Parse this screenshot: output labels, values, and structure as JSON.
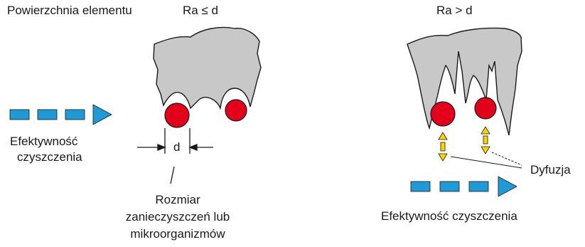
{
  "left_panel": {
    "surface_label": "Powierzchnia elementu",
    "condition": "Ra ≤ d",
    "efficiency_line1": "Efektywność",
    "efficiency_line2": "czyszczenia",
    "d_label": "d",
    "size_line1": "Rozmiar",
    "size_line2": "zanieczyszczeń lub",
    "size_line3": "mikroorganizmów"
  },
  "right_panel": {
    "condition": "Ra > d",
    "diffusion_label": "Dyfuzja",
    "efficiency_label": "Efektywność czyszczenia"
  },
  "colors": {
    "surface_fill": "#c8c8c8",
    "particle": "#e3001b",
    "flow_arrow": "#1e9ad6",
    "diffusion_arrow": "#ffd200",
    "ink": "#1a1a1a"
  },
  "icons": {
    "flow_arrow": "dashed-right-arrow",
    "diffusion_arrow": "double-headed-vertical-arrow",
    "particle": "red-circle"
  }
}
